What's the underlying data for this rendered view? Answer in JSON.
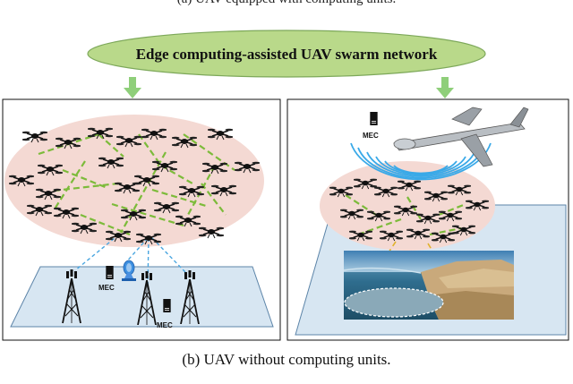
{
  "figure": {
    "top_caption_fragment": "(a) UAV equipped with computing units.",
    "title": "Edge computing-assisted UAV swarm network",
    "caption": "(b) UAV without computing units.",
    "mec_label": "MEC",
    "colors": {
      "ellipse_fill": "#b9d98a",
      "ellipse_stroke": "#7da85a",
      "arrow": "#8fcf7a",
      "swarm_cloud": "#f4d9d3",
      "ground_plane": "#d7e6f2",
      "ground_stroke": "#5c84a8",
      "link_green": "#7cbb3a",
      "link_blue": "#4aa6e0",
      "signal_wave": "#39a9e8"
    },
    "icons": [
      "quadcopter-drone-icon",
      "cell-tower-icon",
      "mec-server-icon",
      "satellite-dish-icon",
      "fixed-wing-uav-icon",
      "coastal-photo"
    ]
  }
}
